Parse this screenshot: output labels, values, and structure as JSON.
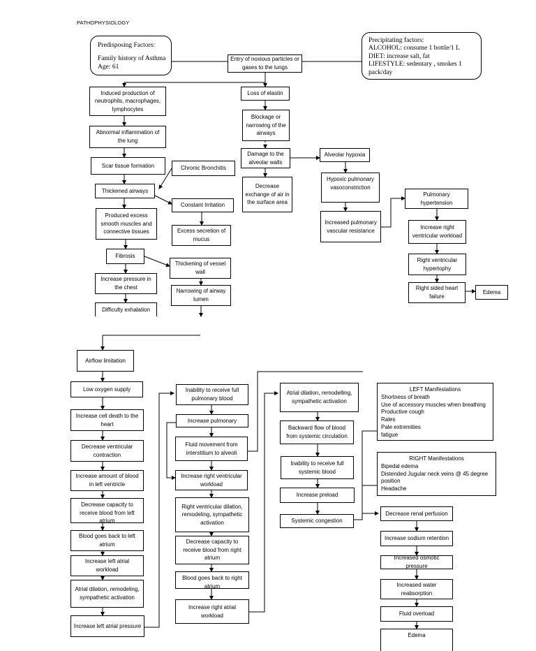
{
  "page_title": "PATHOPHYSIOLOGY",
  "predisposing": {
    "heading": "Predisposing Factors:",
    "line1": "Family history of Asthma",
    "line2": "Age: 61"
  },
  "precipitating": {
    "heading": "Precipitating factors:",
    "line1": "ALCOHOL: consume 1 bottle/1 L",
    "line2": "DIET: increase salt, fat",
    "line3": "LIFESTYLE: sedentary , smokes 1",
    "line4": "pack/day"
  },
  "nodes": {
    "entry": "Entry of noxious particles or gases to the lungs",
    "induced": "Induced production of neutrophils, macrophages, lymphocytes",
    "abnormal": "Abnormal inflammation of the lung",
    "scar": "Scar tissue formation",
    "chronic": "Chronic Bronchitis",
    "thickened": "Thickened airways",
    "constant": "Constant Irritation",
    "produced": "Produced excess smooth muscles and connective tissues",
    "secretion": "Excess secretion of mucus",
    "fibrosis": "Fibrosis",
    "thickvessel": "Thickening of vessel wall",
    "pressure": "Increase pressure in the chest",
    "narrowing": "Narrowing of airway lumen",
    "exhalation": "Difficulty exhalation",
    "elastin": "Loss of elastin",
    "blockage": "Blockage or narrowing of the airways",
    "damage": "Damage to the alveolar walls",
    "decexchange": "Decrease exchange of air in the surface area",
    "hypoxia": "Alveolar hypoxia",
    "vasoconstriction": "Hypoxic pulmonary vasoconstriction",
    "resistance": "Increased pulmonary vascular resistance",
    "pulmhtn": "Pulmonary hypertension",
    "rvworkload": "Increase right ventricular workload",
    "rvhypertrophy": "Right ventricular hypertophy",
    "rhf": "Right sided heart failure",
    "edema_top": "Edema",
    "airflow": "Airflow limitation",
    "lowo2": "Low oxygen supply",
    "celldeath": "Increase cell death to the heart",
    "decvent": "Decrease ventricular contraction",
    "incblood": "Increase amount of blood in left ventricle",
    "deccap": "Decrease capacity to receive blood from left atrium",
    "goesleft": "Blood goes back to left atrium",
    "laworkload": "Increase left atrial workload",
    "ladilation": "Atrial dilation, remodeling, sympathetic activation",
    "lapressure": "Increase left atrial pressure",
    "inability_pulm": "Inability to receive full pulmonary blood",
    "incpulmpress": "Increase pulmonary pressure",
    "fluidmove": "Fluid movement from interstitium to alveoli",
    "rvwork2": "Increase right ventricular workload",
    "rvdilation": "Right ventricular dilation, remodeling, sympathetic activation",
    "deccapright": "Decrease capacity to receive blood from right atrium",
    "goesright": "Blood goes back to right atrium",
    "raworkload": "Increase right atrial workload",
    "radilation": "Atrial dilation, remodelling, sympathetic activation",
    "backward": "Backward flow of blood from systemic circulation",
    "inability_sys": "Inability to receive full systemic blood",
    "preload": "Increase preload",
    "systemic": "Systemic congestion",
    "renal": "Decrease renal perfusion",
    "sodium": "Increase sodium retention",
    "osmotic": "Increased osmotic pressure",
    "water": "Increased water reabsorption",
    "overload": "Fluid overload",
    "edema_bottom": "Edema"
  },
  "left_manifestations": {
    "heading": "LEFT Manifestations",
    "items": [
      "Shortness of breath",
      "Use of accessory muscles when breathing",
      "Productive cough",
      "Rales",
      "Pale extremities",
      "fatigue"
    ]
  },
  "right_manifestations": {
    "heading": "RIGHT Manifestations",
    "items": [
      "Bipedal edema",
      "Distended Jugular neck veins @ 45 degree",
      "position",
      "Headache"
    ]
  }
}
